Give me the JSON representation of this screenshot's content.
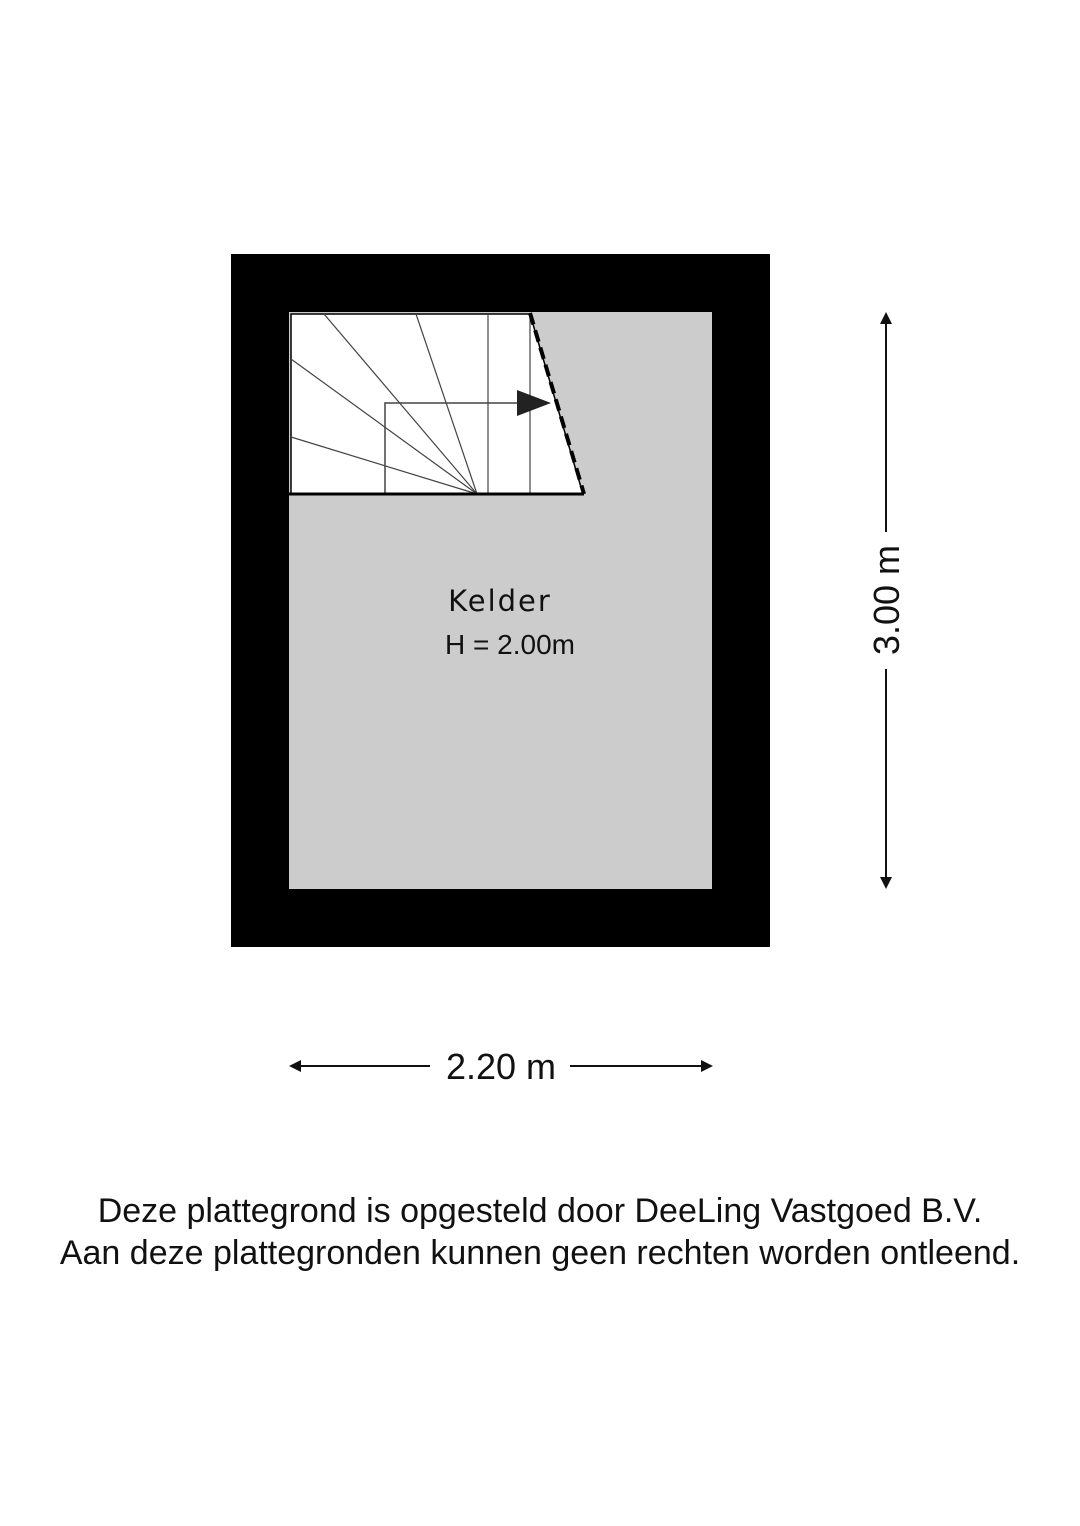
{
  "room": {
    "name": "Kelder",
    "height_label": "H = 2.00m"
  },
  "dimensions": {
    "width_label": "2.20 m",
    "depth_label": "3.00 m"
  },
  "disclaimer": {
    "line1": "Deze plattegrond is opgesteld door DeeLing Vastgoed B.V.",
    "line2": "Aan deze plattegronden kunnen geen rechten worden ontleend."
  },
  "colors": {
    "wall": "#000000",
    "floor": "#cccccc",
    "stair": "#ffffff"
  }
}
